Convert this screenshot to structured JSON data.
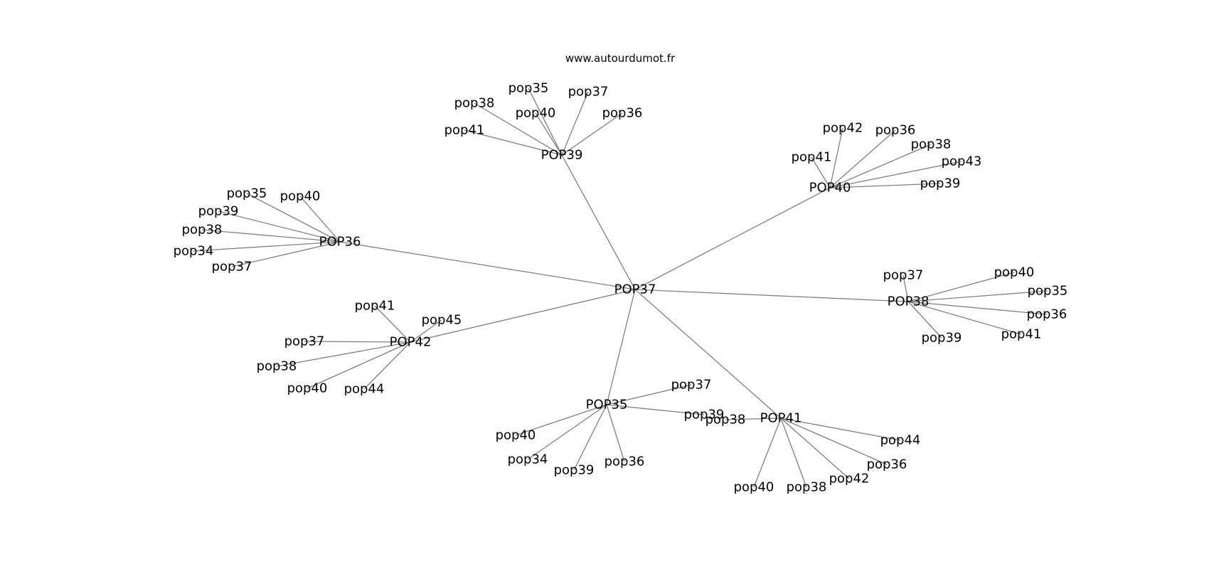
{
  "caption": "www.autourdumot.fr",
  "colors": {
    "edge": "#808080",
    "text": "#000000",
    "background": "#ffffff"
  },
  "graph": {
    "nodes": [
      {
        "id": "POP37",
        "label": "POP37"
      },
      {
        "id": "POP39",
        "label": "POP39"
      },
      {
        "id": "POP36",
        "label": "POP36"
      },
      {
        "id": "POP40",
        "label": "POP40"
      },
      {
        "id": "POP38",
        "label": "POP38"
      },
      {
        "id": "POP42",
        "label": "POP42"
      },
      {
        "id": "POP35",
        "label": "POP35"
      },
      {
        "id": "POP41",
        "label": "POP41"
      },
      {
        "id": "POP39.pop35",
        "label": "pop35"
      },
      {
        "id": "POP39.pop38",
        "label": "pop38"
      },
      {
        "id": "POP39.pop40",
        "label": "pop40"
      },
      {
        "id": "POP39.pop37",
        "label": "pop37"
      },
      {
        "id": "POP39.pop36",
        "label": "pop36"
      },
      {
        "id": "POP39.pop41",
        "label": "pop41"
      },
      {
        "id": "POP40.pop42",
        "label": "pop42"
      },
      {
        "id": "POP40.pop36",
        "label": "pop36"
      },
      {
        "id": "POP40.pop38",
        "label": "pop38"
      },
      {
        "id": "POP40.pop41",
        "label": "pop41"
      },
      {
        "id": "POP40.pop43",
        "label": "pop43"
      },
      {
        "id": "POP40.pop39",
        "label": "pop39"
      },
      {
        "id": "POP36.pop35",
        "label": "pop35"
      },
      {
        "id": "POP36.pop40",
        "label": "pop40"
      },
      {
        "id": "POP36.pop39",
        "label": "pop39"
      },
      {
        "id": "POP36.pop38",
        "label": "pop38"
      },
      {
        "id": "POP36.pop34",
        "label": "pop34"
      },
      {
        "id": "POP36.pop37",
        "label": "pop37"
      },
      {
        "id": "POP38.pop37",
        "label": "pop37"
      },
      {
        "id": "POP38.pop40",
        "label": "pop40"
      },
      {
        "id": "POP38.pop35",
        "label": "pop35"
      },
      {
        "id": "POP38.pop36",
        "label": "pop36"
      },
      {
        "id": "POP38.pop41",
        "label": "pop41"
      },
      {
        "id": "POP38.pop39",
        "label": "pop39"
      },
      {
        "id": "POP42.pop41",
        "label": "pop41"
      },
      {
        "id": "POP42.pop45",
        "label": "pop45"
      },
      {
        "id": "POP42.pop37",
        "label": "pop37"
      },
      {
        "id": "POP42.pop38",
        "label": "pop38"
      },
      {
        "id": "POP42.pop40",
        "label": "pop40"
      },
      {
        "id": "POP42.pop44",
        "label": "pop44"
      },
      {
        "id": "POP35.pop37",
        "label": "pop37"
      },
      {
        "id": "POP35.pop39",
        "label": "pop39"
      },
      {
        "id": "POP35.pop40",
        "label": "pop40"
      },
      {
        "id": "POP35.pop34",
        "label": "pop34"
      },
      {
        "id": "POP35.pop39b",
        "label": "pop39"
      },
      {
        "id": "POP35.pop36",
        "label": "pop36"
      },
      {
        "id": "POP41.pop38a",
        "label": "pop38"
      },
      {
        "id": "POP41.pop44",
        "label": "pop44"
      },
      {
        "id": "POP41.pop36",
        "label": "pop36"
      },
      {
        "id": "POP41.pop42",
        "label": "pop42"
      },
      {
        "id": "POP41.pop38",
        "label": "pop38"
      },
      {
        "id": "POP41.pop40",
        "label": "pop40"
      }
    ],
    "edges": [
      [
        "POP37",
        "POP39"
      ],
      [
        "POP37",
        "POP36"
      ],
      [
        "POP37",
        "POP40"
      ],
      [
        "POP37",
        "POP38"
      ],
      [
        "POP37",
        "POP42"
      ],
      [
        "POP37",
        "POP35"
      ],
      [
        "POP37",
        "POP41"
      ],
      [
        "POP39",
        "POP39.pop35"
      ],
      [
        "POP39",
        "POP39.pop38"
      ],
      [
        "POP39",
        "POP39.pop40"
      ],
      [
        "POP39",
        "POP39.pop37"
      ],
      [
        "POP39",
        "POP39.pop36"
      ],
      [
        "POP39",
        "POP39.pop41"
      ],
      [
        "POP40",
        "POP40.pop42"
      ],
      [
        "POP40",
        "POP40.pop36"
      ],
      [
        "POP40",
        "POP40.pop38"
      ],
      [
        "POP40",
        "POP40.pop41"
      ],
      [
        "POP40",
        "POP40.pop43"
      ],
      [
        "POP40",
        "POP40.pop39"
      ],
      [
        "POP36",
        "POP36.pop35"
      ],
      [
        "POP36",
        "POP36.pop40"
      ],
      [
        "POP36",
        "POP36.pop39"
      ],
      [
        "POP36",
        "POP36.pop38"
      ],
      [
        "POP36",
        "POP36.pop34"
      ],
      [
        "POP36",
        "POP36.pop37"
      ],
      [
        "POP38",
        "POP38.pop37"
      ],
      [
        "POP38",
        "POP38.pop40"
      ],
      [
        "POP38",
        "POP38.pop35"
      ],
      [
        "POP38",
        "POP38.pop36"
      ],
      [
        "POP38",
        "POP38.pop41"
      ],
      [
        "POP38",
        "POP38.pop39"
      ],
      [
        "POP42",
        "POP42.pop41"
      ],
      [
        "POP42",
        "POP42.pop45"
      ],
      [
        "POP42",
        "POP42.pop37"
      ],
      [
        "POP42",
        "POP42.pop38"
      ],
      [
        "POP42",
        "POP42.pop40"
      ],
      [
        "POP42",
        "POP42.pop44"
      ],
      [
        "POP35",
        "POP35.pop37"
      ],
      [
        "POP35",
        "POP35.pop39"
      ],
      [
        "POP35",
        "POP35.pop40"
      ],
      [
        "POP35",
        "POP35.pop34"
      ],
      [
        "POP35",
        "POP35.pop39b"
      ],
      [
        "POP35",
        "POP35.pop36"
      ],
      [
        "POP41",
        "POP41.pop38a"
      ],
      [
        "POP41",
        "POP41.pop44"
      ],
      [
        "POP41",
        "POP41.pop36"
      ],
      [
        "POP41",
        "POP41.pop42"
      ],
      [
        "POP41",
        "POP41.pop38"
      ],
      [
        "POP41",
        "POP41.pop40"
      ]
    ]
  }
}
